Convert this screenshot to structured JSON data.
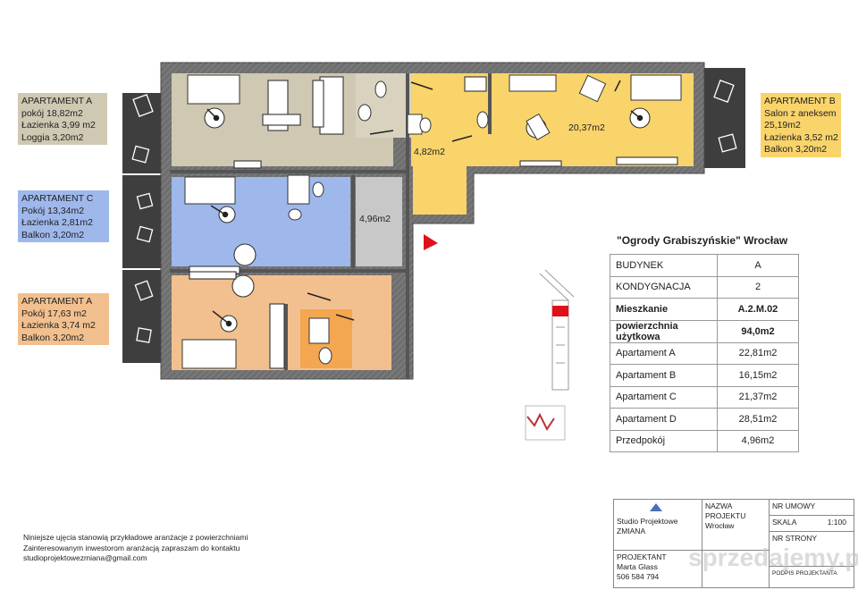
{
  "legends": [
    {
      "lines": [
        "APARTAMENT A",
        "pokój 18,82m2",
        "Łazienka 3,99 m2",
        "Loggia 3,20m2"
      ],
      "color": "#cfc8b2"
    },
    {
      "lines": [
        "APARTAMENT C",
        "Pokój 13,34m2",
        "Łazienka 2,81m2",
        "Balkon 3,20m2"
      ],
      "color": "#9fb8ec"
    },
    {
      "lines": [
        "APARTAMENT A",
        "Pokój 17,63 m2",
        "Łazienka 3,74 m2",
        "Balkon 3,20m2"
      ],
      "color": "#f2c08e"
    },
    {
      "lines": [
        "APARTAMENT B",
        "Salon z aneksem",
        "25,19m2",
        "Łazienka 3,52 m2",
        "Balkon 3,20m2"
      ],
      "color": "#f9d46b"
    }
  ],
  "plan_labels": {
    "yellow_small": "4,82m2",
    "yellow_big": "20,37m2",
    "hall": "4,96m2"
  },
  "project_title": "\"Ogrody Grabiszyńskie\" Wrocław",
  "info_table": [
    {
      "label": "BUDYNEK",
      "value": "A",
      "bold": false
    },
    {
      "label": "KONDYGNACJA",
      "value": "2",
      "bold": false
    },
    {
      "label": "Mieszkanie",
      "value": "A.2.M.02",
      "bold": true
    },
    {
      "label": "powierzchnia użytkowa",
      "value": "94,0m2",
      "bold": true
    },
    {
      "label": "Apartament A",
      "value": "22,81m2",
      "bold": false
    },
    {
      "label": "Apartament B",
      "value": "16,15m2",
      "bold": false
    },
    {
      "label": "Apartament C",
      "value": "21,37m2",
      "bold": false
    },
    {
      "label": "Apartament D",
      "value": "28,51m2",
      "bold": false
    },
    {
      "label": "Przedpokój",
      "value": "4,96m2",
      "bold": false
    }
  ],
  "note_lines": [
    "Niniejsze ujęcia stanowią przykładowe aranżacje z powierzchniami",
    "Zainteresowanym inwestorom aranżacją zapraszam do kontaktu",
    "studioprojektowezmiana@gmail.com"
  ],
  "title_block": {
    "studio_line1": "Studio Projektowe",
    "studio_line2": "ZMIANA",
    "projektant_label": "PROJEKTANT",
    "projektant_name": "Marta Glass",
    "projektant_phone": "506 584 794",
    "nazwa_label": "NAZWA PROJEKTU",
    "nazwa_value": "Wrocław",
    "nr_umowy_label": "NR UMOWY",
    "skala_label": "SKALA",
    "skala_value": "1:100",
    "nr_strony_label": "NR STRONY",
    "podpis_label": "PODPIS PROJEKTANTA"
  },
  "watermark": "sprzedajemy.pl",
  "colors": {
    "apt_a_top": "#cfc8b2",
    "apt_c": "#9fb8ec",
    "apt_a_bottom": "#f2c08e",
    "apt_b": "#f9d46b",
    "hall": "#c8c8c8",
    "wall": "#6f6f6f",
    "balcony": "#3e3e3e",
    "marker": "#e0101a"
  }
}
